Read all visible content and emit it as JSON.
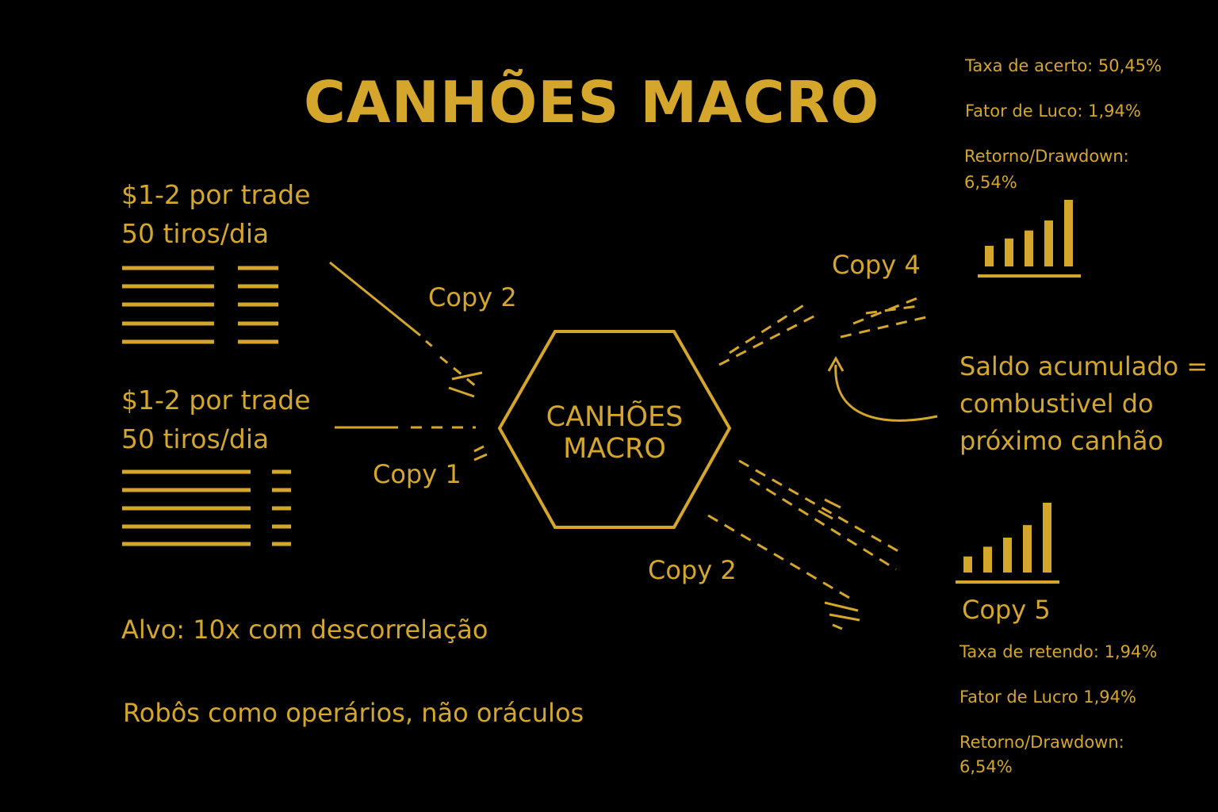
{
  "title": "CANHÕES MACRO",
  "hub_label": "CANHÕES MACRO",
  "inputs": [
    {
      "line1": "$1-2 por trade",
      "line2": "50 tiros/dia"
    },
    {
      "line1": "$1-2 por trade",
      "line2": "50 tiros/dia"
    }
  ],
  "copies": {
    "copy1": "Copy 1",
    "copy2_top": "Copy 2",
    "copy2_bottom": "Copy 2",
    "copy4": "Copy 4",
    "copy5": "Copy 5"
  },
  "stats_top": {
    "hit_rate": "Taxa de acerto:  50,45%",
    "profit_factor": "Fator de Luco: 1,94%",
    "return_dd_label": "Retorno/Drawdown:",
    "return_dd_value": "6,54%",
    "bars": [
      0.31,
      0.42,
      0.54,
      0.69,
      1.0
    ]
  },
  "stats_bottom": {
    "retention_rate": "Taxa de retendo: 1,94%",
    "profit_factor": "Fator de Lucro 1,94%",
    "return_dd_label": "Retorno/Drawdown:",
    "return_dd_value": "6,54%",
    "bars": [
      0.23,
      0.37,
      0.5,
      0.68,
      1.0
    ]
  },
  "saldo": {
    "line1": "Saldo acumulado =",
    "line2": "combustivel do",
    "line3": "próximo canhão"
  },
  "target": "Alvo: 10x com descorrelação",
  "motto": "Robôs como operários, não oráculos",
  "colors": {
    "accent": "#d4a72c",
    "background": "#000000"
  }
}
